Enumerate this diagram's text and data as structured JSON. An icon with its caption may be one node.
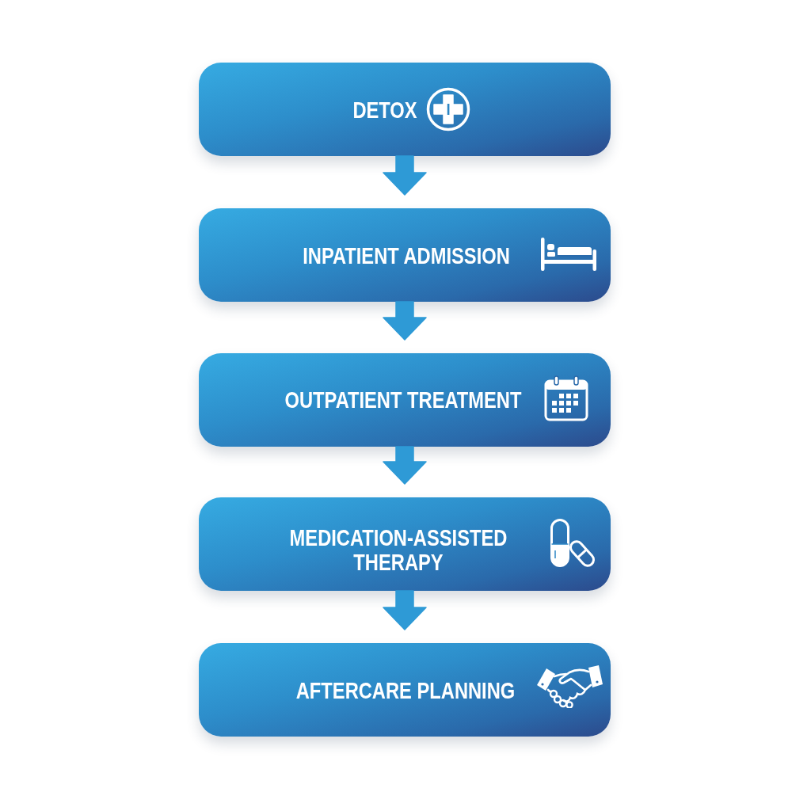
{
  "diagram": {
    "nodes": [
      {
        "text": [
          "DETOX"
        ]
      },
      {
        "text": [
          "INPATIENT ADMISSION"
        ]
      },
      {
        "text": [
          "OUTPATIENT TREATMENT"
        ]
      },
      {
        "text": [
          "MEDICATION-ASSISTED THERAPY"
        ]
      },
      {
        "text": [
          "AFTERCARE PLANNING"
        ]
      }
    ],
    "edges": [
      {
        "from": 0,
        "to": 1,
        "arrow": "to"
      },
      {
        "from": 1,
        "to": 2,
        "arrow": "to"
      },
      {
        "from": 2,
        "to": 3,
        "arrow": "to"
      },
      {
        "from": 3,
        "to": 4,
        "arrow": "to"
      }
    ]
  }
}
